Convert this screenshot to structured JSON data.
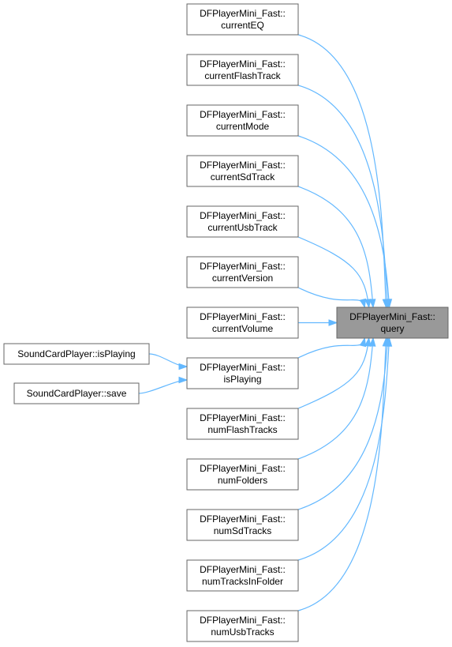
{
  "colors": {
    "edge": "#63b8ff",
    "node_border": "#666666",
    "focus_fill": "#999999",
    "node_fill": "#ffffff"
  },
  "diagram": {
    "focus": {
      "id": "query",
      "lines": [
        "DFPlayerMini_Fast::",
        "query"
      ]
    },
    "callers": [
      {
        "id": "currentEQ",
        "lines": [
          "DFPlayerMini_Fast::",
          "currentEQ"
        ]
      },
      {
        "id": "currentFlashTrack",
        "lines": [
          "DFPlayerMini_Fast::",
          "currentFlashTrack"
        ]
      },
      {
        "id": "currentMode",
        "lines": [
          "DFPlayerMini_Fast::",
          "currentMode"
        ]
      },
      {
        "id": "currentSdTrack",
        "lines": [
          "DFPlayerMini_Fast::",
          "currentSdTrack"
        ]
      },
      {
        "id": "currentUsbTrack",
        "lines": [
          "DFPlayerMini_Fast::",
          "currentUsbTrack"
        ]
      },
      {
        "id": "currentVersion",
        "lines": [
          "DFPlayerMini_Fast::",
          "currentVersion"
        ]
      },
      {
        "id": "currentVolume",
        "lines": [
          "DFPlayerMini_Fast::",
          "currentVolume"
        ]
      },
      {
        "id": "isPlaying",
        "lines": [
          "DFPlayerMini_Fast::",
          "isPlaying"
        ]
      },
      {
        "id": "numFlashTracks",
        "lines": [
          "DFPlayerMini_Fast::",
          "numFlashTracks"
        ]
      },
      {
        "id": "numFolders",
        "lines": [
          "DFPlayerMini_Fast::",
          "numFolders"
        ]
      },
      {
        "id": "numSdTracks",
        "lines": [
          "DFPlayerMini_Fast::",
          "numSdTracks"
        ]
      },
      {
        "id": "numTracksInFolder",
        "lines": [
          "DFPlayerMini_Fast::",
          "numTracksInFolder"
        ]
      },
      {
        "id": "numUsbTracks",
        "lines": [
          "DFPlayerMini_Fast::",
          "numUsbTracks"
        ]
      }
    ],
    "outer_callers": [
      {
        "id": "scp_isPlaying",
        "label": "SoundCardPlayer::isPlaying",
        "target": "isPlaying"
      },
      {
        "id": "scp_save",
        "label": "SoundCardPlayer::save",
        "target": "isPlaying"
      }
    ]
  }
}
